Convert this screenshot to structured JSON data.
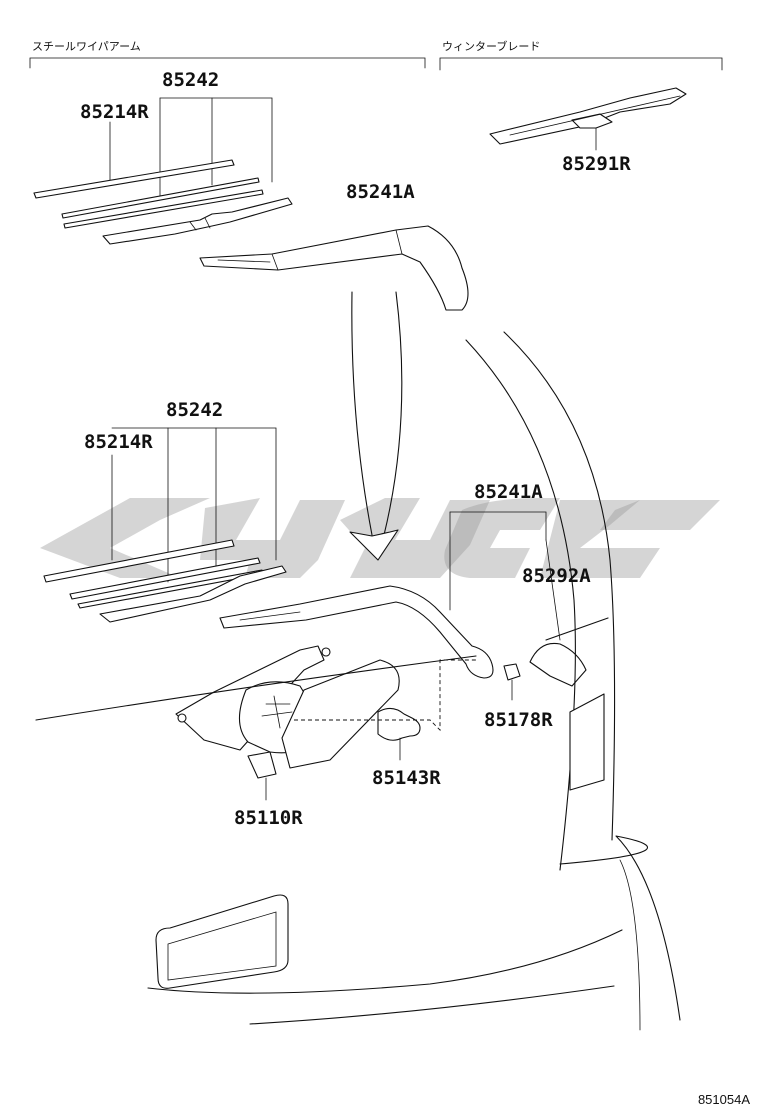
{
  "sections": {
    "left_title": "スチールワイパアーム",
    "right_title": "ウィンターブレード"
  },
  "labels": {
    "top_assembly": "85242",
    "top_rubber": "85214R",
    "winter_blade": "85291R",
    "top_arm": "85241A",
    "mid_assembly": "85242",
    "mid_rubber": "85214R",
    "mid_arm": "85241A",
    "cover": "85292A",
    "nut": "85178R",
    "pivot_cap": "85143R",
    "motor": "85110R"
  },
  "diagram_code": "851054A",
  "colors": {
    "line": "#111111",
    "watermark": "#9a9a9a",
    "background": "#ffffff"
  }
}
